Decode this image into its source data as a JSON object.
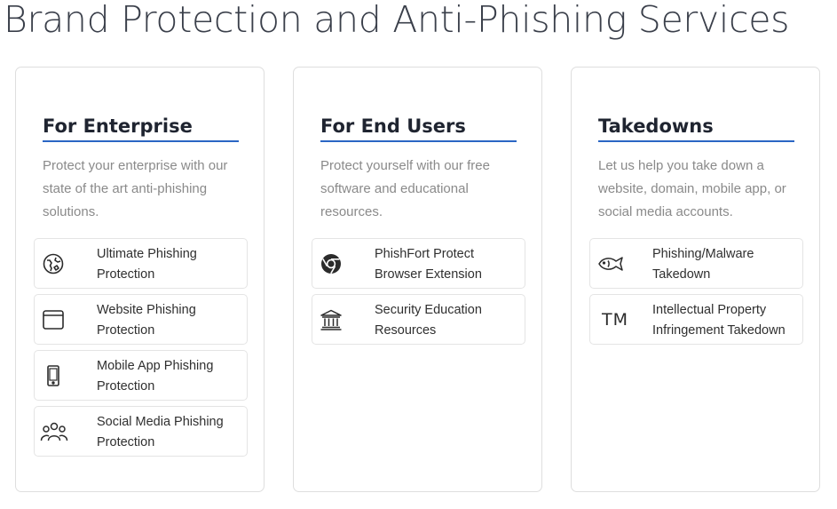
{
  "page": {
    "title": "Brand Protection and Anti-Phishing Services"
  },
  "cards": [
    {
      "title": "For Enterprise",
      "description": "Protect your enterprise with our state of the art anti-phishing solutions.",
      "items": [
        {
          "label": "Ultimate Phishing Protection",
          "icon": "globe-shield-icon"
        },
        {
          "label": "Website Phishing Protection",
          "icon": "browser-window-icon"
        },
        {
          "label": "Mobile App Phishing Protection",
          "icon": "mobile-phone-icon"
        },
        {
          "label": "Social Media Phishing Protection",
          "icon": "people-group-icon"
        }
      ]
    },
    {
      "title": "For End Users",
      "description": "Protect yourself with our free software and educational resources.",
      "items": [
        {
          "label": "PhishFort Protect Browser Extension",
          "icon": "chrome-icon"
        },
        {
          "label": "Security Education Resources",
          "icon": "institution-icon"
        }
      ]
    },
    {
      "title": "Takedowns",
      "description": "Let us help you take down a website, domain, mobile app, or social media accounts.",
      "items": [
        {
          "label": "Phishing/Malware Takedown",
          "icon": "fish-icon"
        },
        {
          "label": "Intellectual Property Infringement Takedown",
          "icon": "trademark-icon",
          "icon_text": "TM"
        }
      ]
    }
  ]
}
